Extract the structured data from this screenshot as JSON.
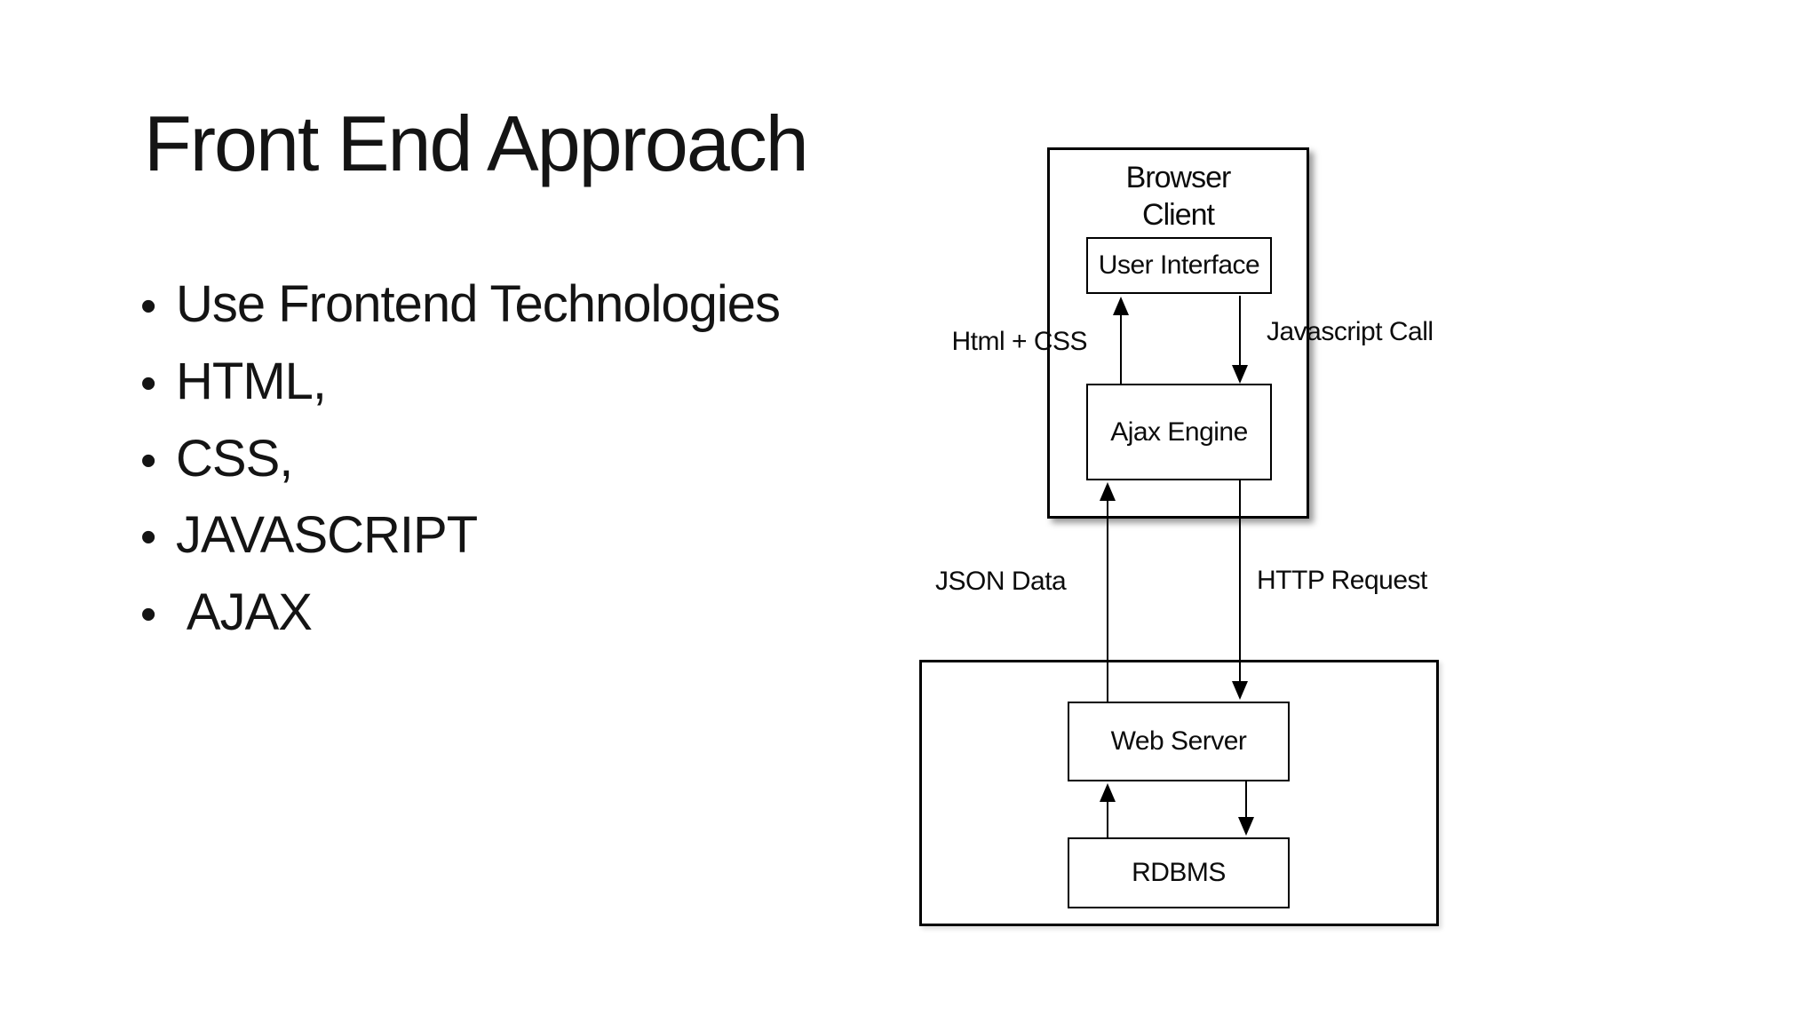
{
  "slide": {
    "title": "Front End Approach",
    "bullet_char": "•",
    "bullets": [
      "Use Frontend Technologies",
      "HTML,",
      "CSS,",
      "JAVASCRIPT",
      " AJAX"
    ]
  },
  "diagram": {
    "group_browser": {
      "line1": "Browser",
      "line2": "Client"
    },
    "group_server": {
      "label": ""
    },
    "nodes": {
      "user_interface": "User Interface",
      "ajax_engine": "Ajax Engine",
      "web_server": "Web Server",
      "rdbms": "RDBMS"
    },
    "labels": {
      "html_css": "Html + CSS",
      "javascript_call": "Javascript Call",
      "json_data": "JSON Data",
      "http_request": "HTTP Request"
    },
    "edges": [
      {
        "from": "ajax_engine",
        "to": "user_interface",
        "label": "Html + CSS",
        "direction": "up"
      },
      {
        "from": "user_interface",
        "to": "ajax_engine",
        "label": "Javascript Call",
        "direction": "down"
      },
      {
        "from": "web_server",
        "to": "ajax_engine",
        "label": "JSON Data",
        "direction": "up"
      },
      {
        "from": "ajax_engine",
        "to": "web_server",
        "label": "HTTP Request",
        "direction": "down"
      },
      {
        "from": "rdbms",
        "to": "web_server",
        "label": "",
        "direction": "up"
      },
      {
        "from": "web_server",
        "to": "rdbms",
        "label": "",
        "direction": "down"
      }
    ]
  },
  "colors": {
    "background": "#ffffff",
    "text": "#111111",
    "line": "#000000",
    "shadow": "#b3b3b3"
  }
}
